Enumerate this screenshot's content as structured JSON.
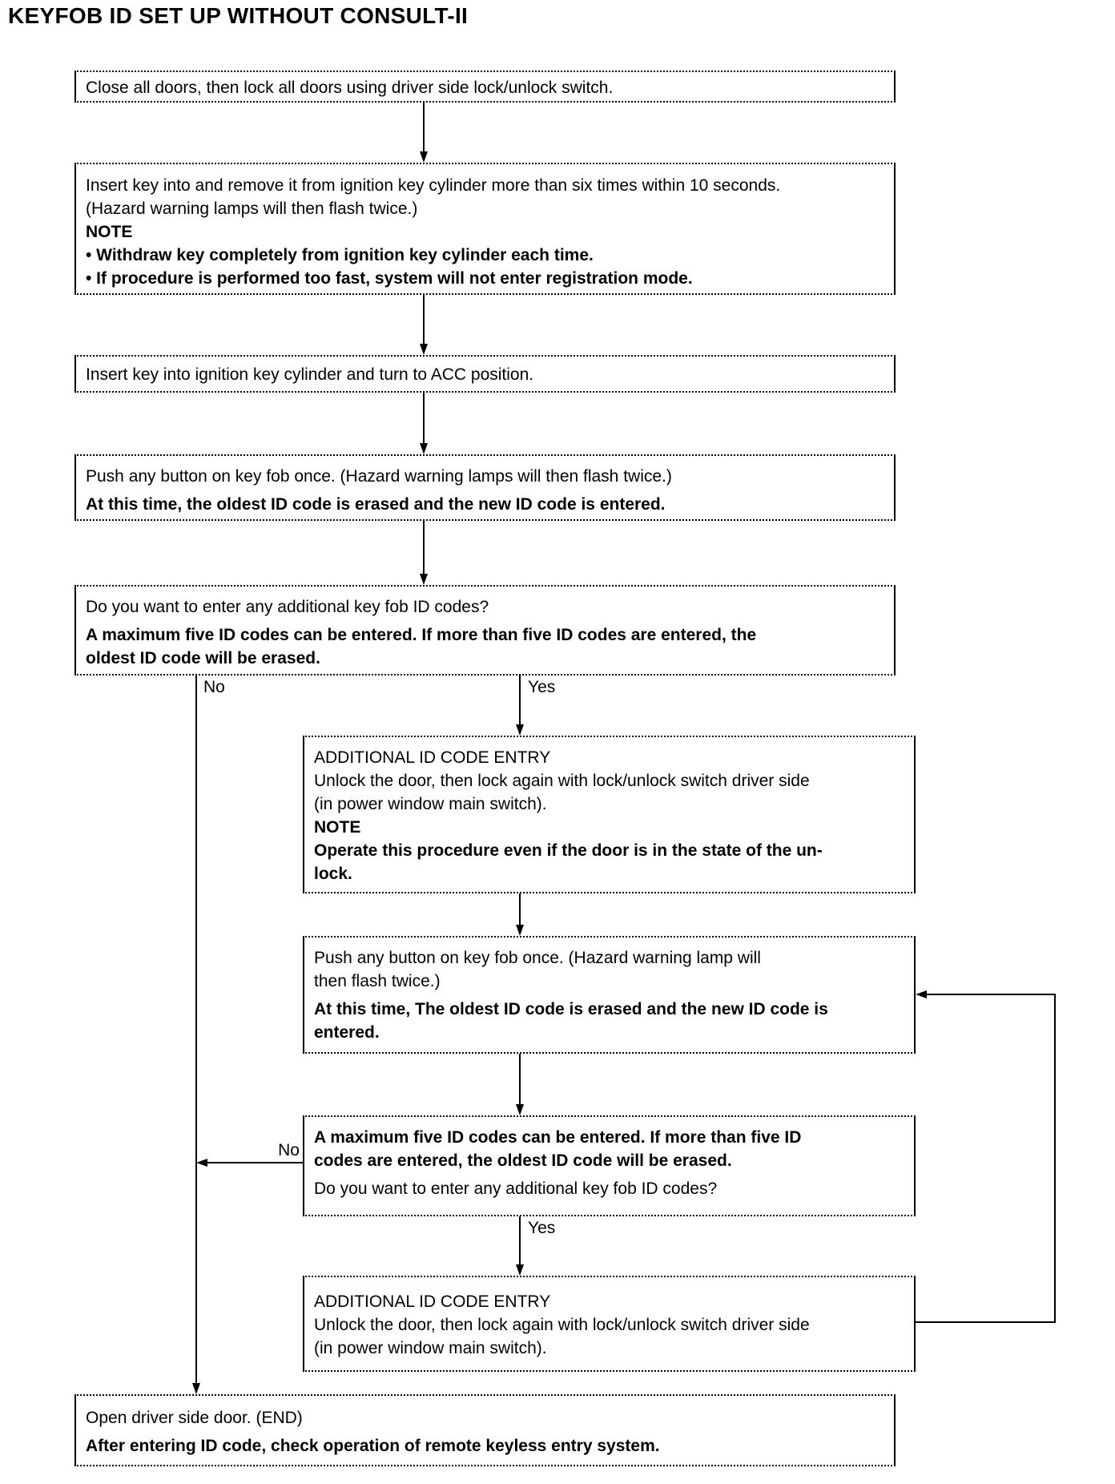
{
  "page": {
    "title": "KEYFOB ID SET UP WITHOUT CONSULT-II"
  },
  "flowchart": {
    "labels": {
      "no1": "No",
      "yes1": "Yes",
      "no2": "No",
      "yes2": "Yes"
    },
    "boxes": {
      "step1": {
        "lines": [
          {
            "text": "Close all doors, then lock all doors using driver side lock/unlock switch."
          }
        ]
      },
      "step2": {
        "lines": [
          {
            "text": "Insert key into and remove it from ignition key cylinder more than six times within 10 seconds."
          },
          {
            "text": "(Hazard warning lamps will then flash twice.)"
          },
          {
            "text": "NOTE",
            "bold": true
          },
          {
            "text": "• Withdraw key completely from ignition key cylinder each time.",
            "bold": true
          },
          {
            "text": "• If procedure is performed too fast, system will not enter registration mode.",
            "bold": true
          }
        ]
      },
      "step3": {
        "lines": [
          {
            "text": "Insert key into ignition key cylinder and turn to ACC position."
          }
        ]
      },
      "step4": {
        "lines": [
          {
            "text": "Push any button on key fob once. (Hazard warning lamps will then flash twice.)"
          },
          {
            "text": "At this time, the oldest ID code is erased and the new ID code is entered.",
            "bold": true,
            "para": true
          }
        ]
      },
      "step5": {
        "lines": [
          {
            "text": "Do you want to enter any additional key fob ID codes?"
          },
          {
            "text": "A maximum five ID codes can be entered. If more than five ID codes are entered, the",
            "bold": true,
            "para": true
          },
          {
            "text": "oldest ID code will be erased.",
            "bold": true
          }
        ]
      },
      "step6": {
        "lines": [
          {
            "text": "ADDITIONAL ID CODE ENTRY"
          },
          {
            "text": "Unlock the door, then lock again with lock/unlock switch driver side"
          },
          {
            "text": "(in power window main switch)."
          },
          {
            "text": "NOTE",
            "bold": true
          },
          {
            "text": "Operate this procedure even if the door is in the state of the un-",
            "bold": true
          },
          {
            "text": "lock.",
            "bold": true
          }
        ]
      },
      "step7": {
        "lines": [
          {
            "text": "Push any button on key fob once. (Hazard warning lamp will"
          },
          {
            "text": "then flash twice.)"
          },
          {
            "text": "At this time, The oldest ID code is erased and the new ID code is",
            "bold": true,
            "para": true
          },
          {
            "text": "entered.",
            "bold": true
          }
        ]
      },
      "step8": {
        "lines": [
          {
            "text": "A maximum five ID codes can be entered. If more than five ID",
            "bold": true
          },
          {
            "text": "codes are entered, the oldest ID code will be erased.",
            "bold": true
          },
          {
            "text": "Do you want to enter any additional key fob ID codes?",
            "para": true
          }
        ]
      },
      "step9": {
        "lines": [
          {
            "text": "ADDITIONAL ID CODE ENTRY"
          },
          {
            "text": "Unlock the door, then lock again with lock/unlock switch driver side"
          },
          {
            "text": "(in power window main switch)."
          }
        ]
      },
      "step10": {
        "lines": [
          {
            "text": "Open driver side door. (END)"
          },
          {
            "text": "After entering ID code, check operation of remote keyless entry system.",
            "bold": true,
            "para": true
          }
        ]
      }
    }
  }
}
